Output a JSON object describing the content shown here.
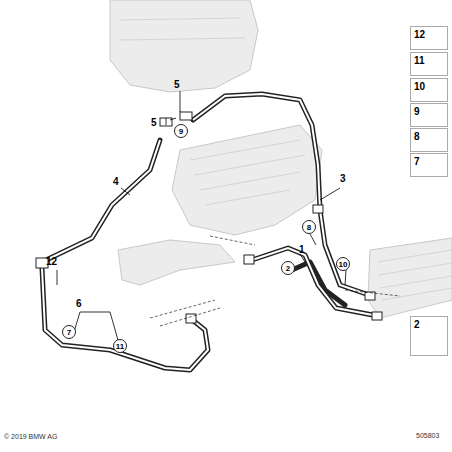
{
  "diagram": {
    "nodes": [
      {
        "text": [
          "12"
        ]
      },
      {
        "text": [
          "11"
        ]
      },
      {
        "text": [
          "10"
        ]
      },
      {
        "text": [
          "9"
        ]
      },
      {
        "text": [
          "8"
        ]
      },
      {
        "text": [
          "7"
        ]
      },
      {
        "text": [
          "9"
        ]
      },
      {
        "text": [
          "8"
        ]
      },
      {
        "text": [
          "10"
        ]
      },
      {
        "text": [
          "2"
        ]
      },
      {
        "text": [
          "7"
        ]
      },
      {
        "text": [
          "11"
        ]
      },
      {
        "text": [
          "2"
        ]
      }
    ],
    "labels": [
      "5",
      "5",
      "4",
      "3",
      "1",
      "12",
      "6",
      "© 2019 BMW AG",
      "505803"
    ]
  }
}
